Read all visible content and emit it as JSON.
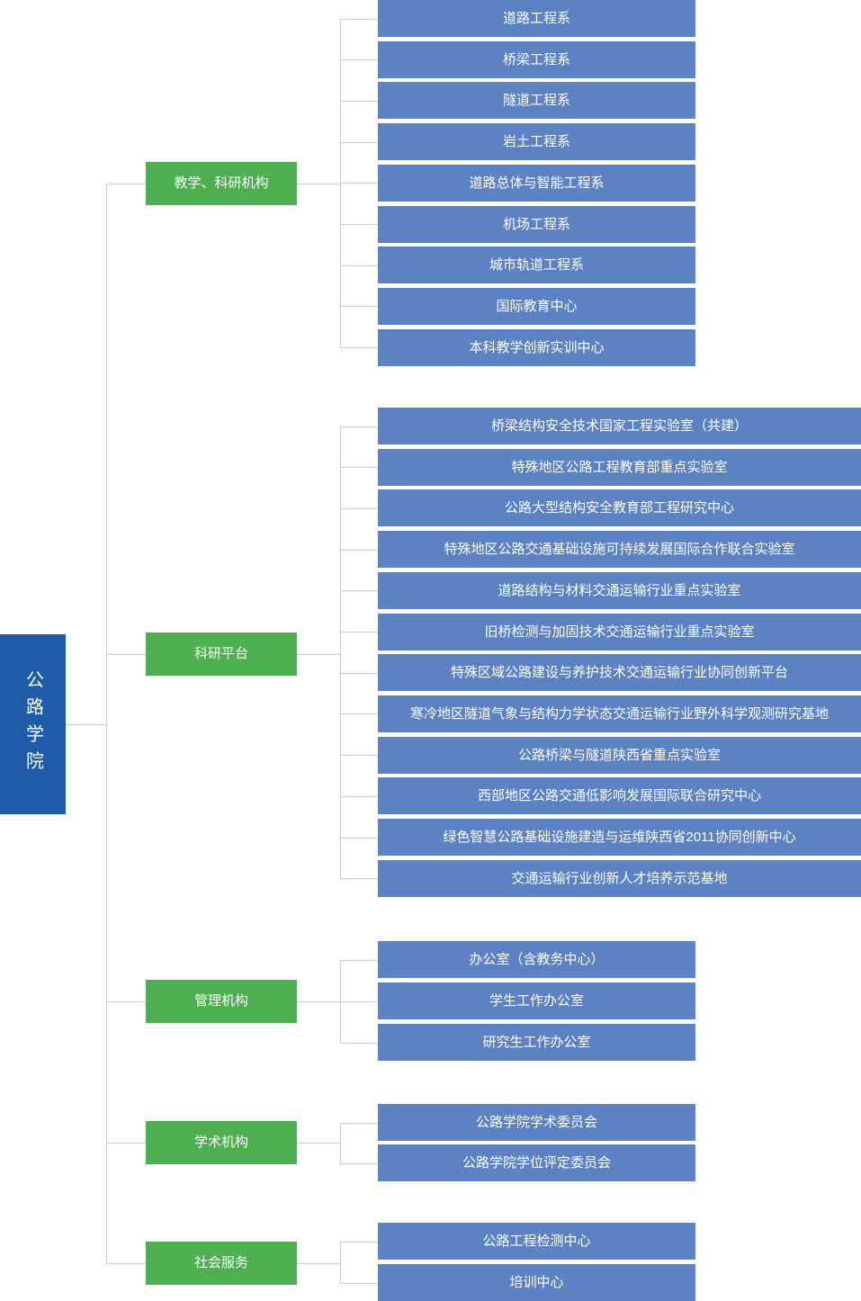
{
  "root": {
    "label": "公路学院"
  },
  "groups": [
    {
      "label": "教学、科研机构",
      "children": [
        "道路工程系",
        "桥梁工程系",
        "隧道工程系",
        "岩土工程系",
        "道路总体与智能工程系",
        "机场工程系",
        "城市轨道工程系",
        "国际教育中心",
        "本科教学创新实训中心"
      ]
    },
    {
      "label": "科研平台",
      "children": [
        "桥梁结构安全技术国家工程实验室（共建）",
        "特殊地区公路工程教育部重点实验室",
        "公路大型结构安全教育部工程研究中心",
        "特殊地区公路交通基础设施可持续发展国际合作联合实验室",
        "道路结构与材料交通运输行业重点实验室",
        "旧桥检测与加固技术交通运输行业重点实验室",
        "特殊区域公路建设与养护技术交通运输行业协同创新平台",
        "寒冷地区隧道气象与结构力学状态交通运输行业野外科学观测研究基地",
        "公路桥梁与隧道陕西省重点实验室",
        "西部地区公路交通低影响发展国际联合研究中心",
        "绿色智慧公路基础设施建造与运维陕西省2011协同创新中心",
        "交通运输行业创新人才培养示范基地"
      ]
    },
    {
      "label": "管理机构",
      "children": [
        "办公室（含教务中心）",
        "学生工作办公室",
        "研究生工作办公室"
      ]
    },
    {
      "label": "学术机构",
      "children": [
        "公路学院学术委员会",
        "公路学院学位评定委员会"
      ]
    },
    {
      "label": "社会服务",
      "children": [
        "公路工程检测中心",
        "培训中心"
      ]
    }
  ],
  "colors": {
    "root": "#1F5BA8",
    "category": "#4DAF4F",
    "child": "#5C82C4",
    "line": "#CBCBCB"
  }
}
